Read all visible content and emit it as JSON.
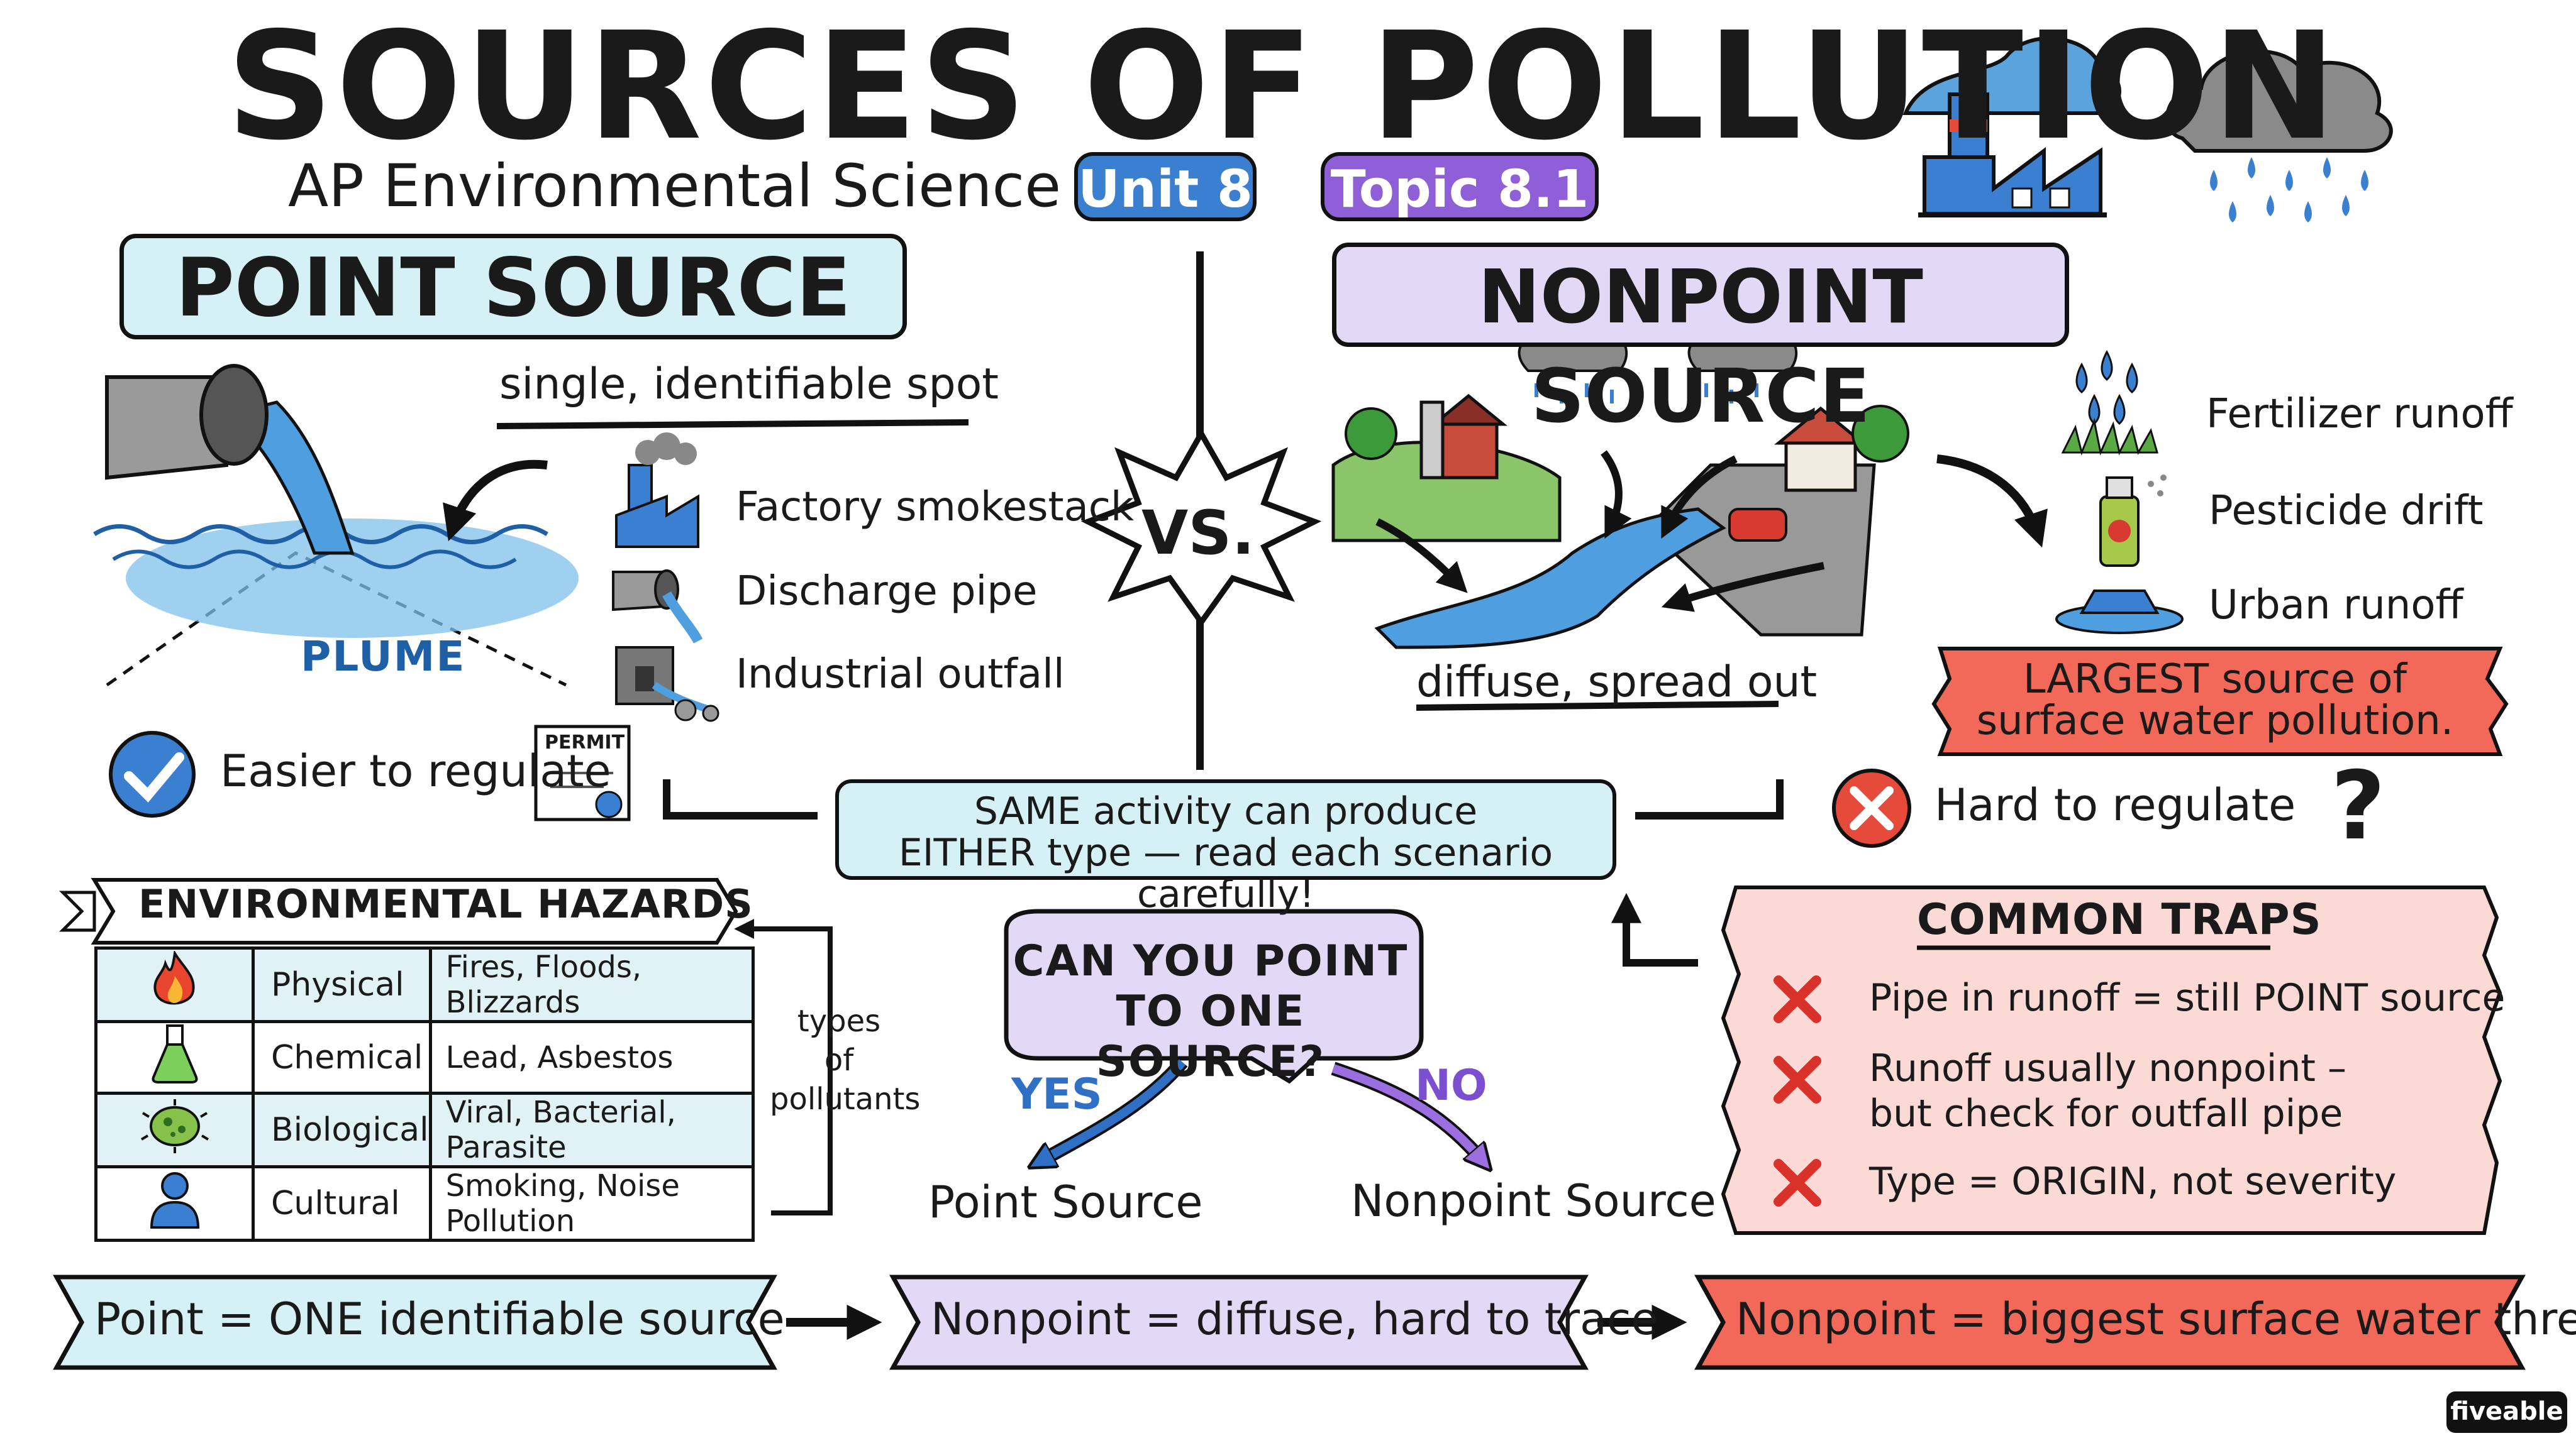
{
  "title": "SOURCES OF POLLUTION",
  "subtitle": "AP Environmental Science",
  "unit": "Unit 8",
  "topic": "Topic 8.1",
  "point": {
    "heading": "POINT SOURCE",
    "definition": "single, identifiable spot",
    "plume": "PLUME",
    "examples": [
      "Factory smokestack",
      "Discharge pipe",
      "Industrial outfall"
    ],
    "regulation": "Easier to regulate",
    "permit": "PERMIT"
  },
  "vs": "VS.",
  "nonpoint": {
    "heading": "NONPOINT SOURCE",
    "definition": "diffuse, spread out",
    "examples": [
      "Fertilizer runoff",
      "Pesticide drift",
      "Urban runoff"
    ],
    "largest": [
      "LARGEST source of",
      "surface water pollution."
    ],
    "regulation": "Hard to regulate",
    "question_mark": "?"
  },
  "same_activity": [
    "SAME activity can produce",
    "EITHER type — read each scenario carefully!"
  ],
  "hazards": {
    "title": "ENVIRONMENTAL HAZARDS",
    "rows": [
      {
        "icon": "fire-icon",
        "category": "Physical",
        "examples": "Fires, Floods, Blizzards"
      },
      {
        "icon": "flask-icon",
        "category": "Chemical",
        "examples": "Lead, Asbestos"
      },
      {
        "icon": "microbe-icon",
        "category": "Biological",
        "examples": "Viral, Bacterial, Parasite"
      },
      {
        "icon": "person-icon",
        "category": "Cultural",
        "examples": "Smoking, Noise Pollution"
      }
    ],
    "side_note": [
      "types",
      "of",
      "pollutants"
    ]
  },
  "decision": {
    "question": [
      "CAN YOU POINT",
      "TO ONE SOURCE?"
    ],
    "yes": "YES",
    "no": "NO",
    "yes_outcome": "Point Source",
    "no_outcome": "Nonpoint Source"
  },
  "traps": {
    "title": "COMMON TRAPS",
    "items": [
      [
        "Pipe in runoff  =  still POINT source"
      ],
      [
        "Runoff usually nonpoint –",
        "but check for outfall pipe"
      ],
      [
        "Type  =  ORIGIN, not severity"
      ]
    ]
  },
  "banners": [
    "Point = ONE identifiable source",
    "Nonpoint = diffuse, hard to trace",
    "Nonpoint = biggest surface water threat"
  ],
  "brand": "fiveable",
  "colors": {
    "point_fill": "#d6f1f6",
    "nonpoint_fill": "#e2d9f7",
    "unit_blue": "#3b7fd0",
    "topic_purple": "#8e5fd6",
    "warning_red": "#f2695a",
    "traps_fill": "#fbd9d4"
  }
}
